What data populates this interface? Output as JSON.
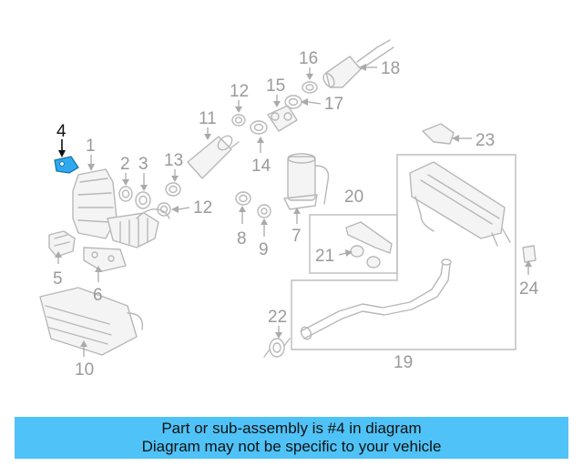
{
  "diagram": {
    "callouts": [
      "1",
      "2",
      "3",
      "4",
      "5",
      "6",
      "7",
      "8",
      "9",
      "10",
      "11",
      "12",
      "12",
      "13",
      "14",
      "15",
      "16",
      "17",
      "18",
      "19",
      "20",
      "21",
      "22",
      "23",
      "24"
    ],
    "highlighted_part": "4",
    "highlight_color": "#2ea9ef",
    "line_color": "#b8b8b8"
  },
  "banner": {
    "line1": "Part or sub-assembly is #4 in diagram",
    "line2": "Diagram may not be specific to your vehicle",
    "background": "#4fc3f7"
  }
}
